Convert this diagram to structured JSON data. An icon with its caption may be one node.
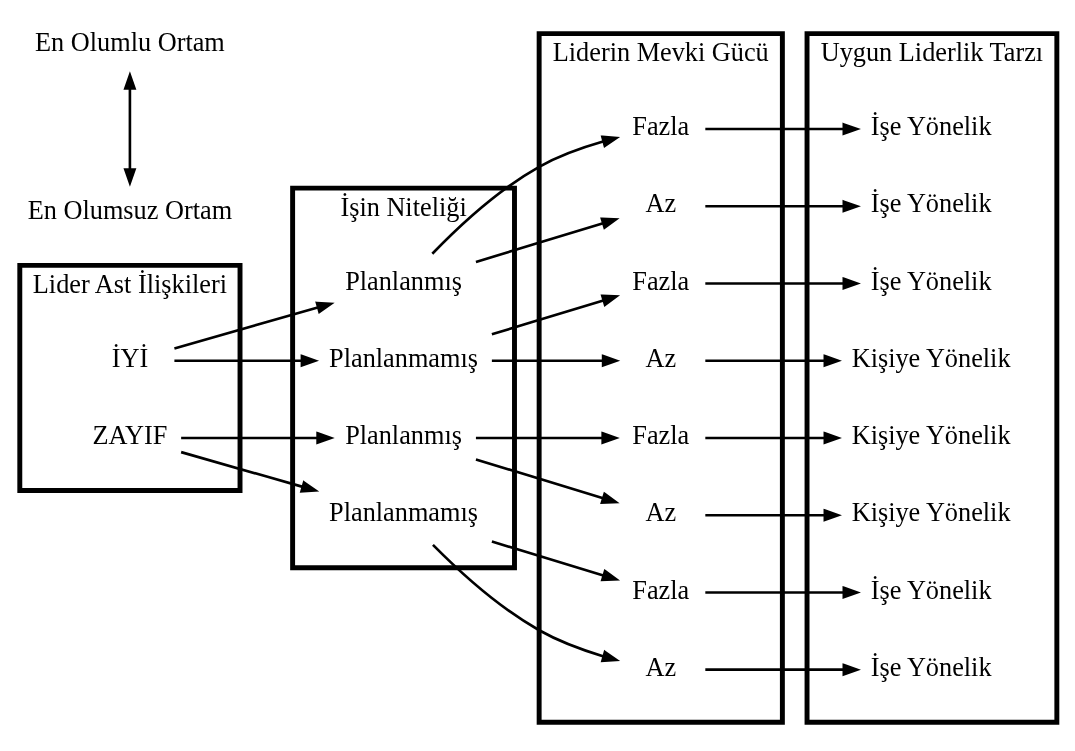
{
  "diagram": {
    "nodes": [
      {
        "text": [
          "Lider Ast İlişkileri"
        ]
      },
      {
        "text": [
          "İYİ"
        ],
        "in": 0
      },
      {
        "text": [
          "ZAYIF"
        ],
        "in": 0
      },
      {
        "text": [
          "İşin Niteliği"
        ]
      },
      {
        "text": [
          "Planlanmış"
        ],
        "in": 3
      },
      {
        "text": [
          "Planlanmamış"
        ],
        "in": 3
      },
      {
        "text": [
          "Planlanmış"
        ],
        "in": 3
      },
      {
        "text": [
          "Planlanmamış"
        ],
        "in": 3
      },
      {
        "text": [
          "Liderin Mevki Gücü"
        ]
      },
      {
        "text": [
          "Fazla"
        ],
        "in": 8
      },
      {
        "text": [
          "Az"
        ],
        "in": 8
      },
      {
        "text": [
          "Fazla"
        ],
        "in": 8
      },
      {
        "text": [
          "Az"
        ],
        "in": 8
      },
      {
        "text": [
          "Fazla"
        ],
        "in": 8
      },
      {
        "text": [
          "Az"
        ],
        "in": 8
      },
      {
        "text": [
          "Fazla"
        ],
        "in": 8
      },
      {
        "text": [
          "Az"
        ],
        "in": 8
      },
      {
        "text": [
          "Uygun Liderlik Tarzı"
        ]
      },
      {
        "text": [
          "İşe Yönelik"
        ],
        "in": 17
      },
      {
        "text": [
          "İşe Yönelik"
        ],
        "in": 17
      },
      {
        "text": [
          "İşe Yönelik"
        ],
        "in": 17
      },
      {
        "text": [
          "Kişiye Yönelik"
        ],
        "in": 17
      },
      {
        "text": [
          "Kişiye Yönelik"
        ],
        "in": 17
      },
      {
        "text": [
          "Kişiye Yönelik"
        ],
        "in": 17
      },
      {
        "text": [
          "İşe Yönelik"
        ],
        "in": 17
      },
      {
        "text": [
          "İşe Yönelik"
        ],
        "in": 17
      },
      {
        "text": [
          "En Olumlu Ortam"
        ]
      },
      {
        "text": [
          "En Olumsuz Ortam"
        ]
      }
    ],
    "edges": [
      {
        "from": 26,
        "to": 27,
        "arrow": "both"
      },
      {
        "from": 1,
        "to": 4,
        "arrow": "to"
      },
      {
        "from": 1,
        "to": 5,
        "arrow": "to"
      },
      {
        "from": 2,
        "to": 6,
        "arrow": "to"
      },
      {
        "from": 2,
        "to": 7,
        "arrow": "to"
      },
      {
        "from": 4,
        "to": 9,
        "arrow": "to"
      },
      {
        "from": 4,
        "to": 10,
        "arrow": "to"
      },
      {
        "from": 5,
        "to": 11,
        "arrow": "to"
      },
      {
        "from": 5,
        "to": 12,
        "arrow": "to"
      },
      {
        "from": 6,
        "to": 13,
        "arrow": "to"
      },
      {
        "from": 6,
        "to": 14,
        "arrow": "to"
      },
      {
        "from": 7,
        "to": 15,
        "arrow": "to"
      },
      {
        "from": 7,
        "to": 16,
        "arrow": "to"
      },
      {
        "from": 9,
        "to": 18,
        "arrow": "to"
      },
      {
        "from": 10,
        "to": 19,
        "arrow": "to"
      },
      {
        "from": 11,
        "to": 20,
        "arrow": "to"
      },
      {
        "from": 12,
        "to": 21,
        "arrow": "to"
      },
      {
        "from": 13,
        "to": 22,
        "arrow": "to"
      },
      {
        "from": 14,
        "to": 23,
        "arrow": "to"
      },
      {
        "from": 15,
        "to": 24,
        "arrow": "to"
      },
      {
        "from": 16,
        "to": 25,
        "arrow": "to"
      }
    ]
  }
}
